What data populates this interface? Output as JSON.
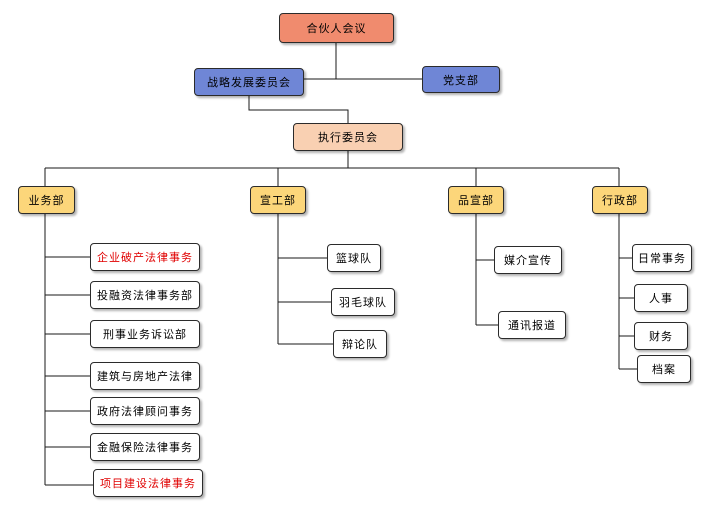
{
  "colors": {
    "top": "#f08b6e",
    "strategy": "#6f86d6",
    "party": "#6f86d6",
    "executive": "#f9d0b2",
    "department": "#fcd67a",
    "leaf": "#ffffff",
    "highlight_text": "#e00000",
    "line": "#1a1a1a"
  },
  "top": {
    "label": "合伙人会议"
  },
  "strategy": {
    "label": "战略发展委员会"
  },
  "party": {
    "label": "党支部"
  },
  "executive": {
    "label": "执行委员会"
  },
  "departments": [
    {
      "label": "业务部",
      "items": [
        {
          "label": "企业破产法律事务",
          "highlight": true
        },
        {
          "label": "投融资法律事务部",
          "highlight": false
        },
        {
          "label": "刑事业务诉讼部",
          "highlight": false
        },
        {
          "label": "建筑与房地产法律",
          "highlight": false
        },
        {
          "label": "政府法律顾问事务",
          "highlight": false
        },
        {
          "label": "金融保险法律事务",
          "highlight": false
        },
        {
          "label": "项目建设法律事务",
          "highlight": true
        }
      ]
    },
    {
      "label": "宣工部",
      "items": [
        {
          "label": "篮球队"
        },
        {
          "label": "羽毛球队"
        },
        {
          "label": "辩论队"
        }
      ]
    },
    {
      "label": "品宣部",
      "items": [
        {
          "label": "媒介宣传"
        },
        {
          "label": "通讯报道"
        }
      ]
    },
    {
      "label": "行政部",
      "items": [
        {
          "label": "日常事务"
        },
        {
          "label": "人事"
        },
        {
          "label": "财务"
        },
        {
          "label": "档案"
        }
      ]
    }
  ]
}
